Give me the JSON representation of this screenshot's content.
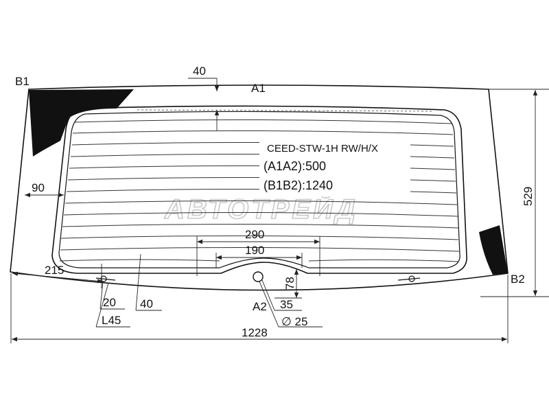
{
  "drawing": {
    "watermark": "АВТОТРЕЙД",
    "labels": {
      "b1": "B1",
      "a1": "A1",
      "b2": "B2",
      "a2": "A2"
    },
    "info": {
      "code": "CEED-STW-1H RW/H/X",
      "a1a2": "(A1A2):500",
      "b1b2": "(B1B2):1240"
    },
    "dimensions": {
      "top_margin": "40",
      "height": "529",
      "side_margin": "90",
      "hole_spacing_outer": "290",
      "hole_spacing_inner": "190",
      "edge_offset": "215",
      "notch_height": "78",
      "width": "1228",
      "clip_offset": "20",
      "clip_spacing": "40",
      "clip_length": "L45",
      "hole_offset": "35",
      "hole_diameter": "∅ 25"
    }
  }
}
